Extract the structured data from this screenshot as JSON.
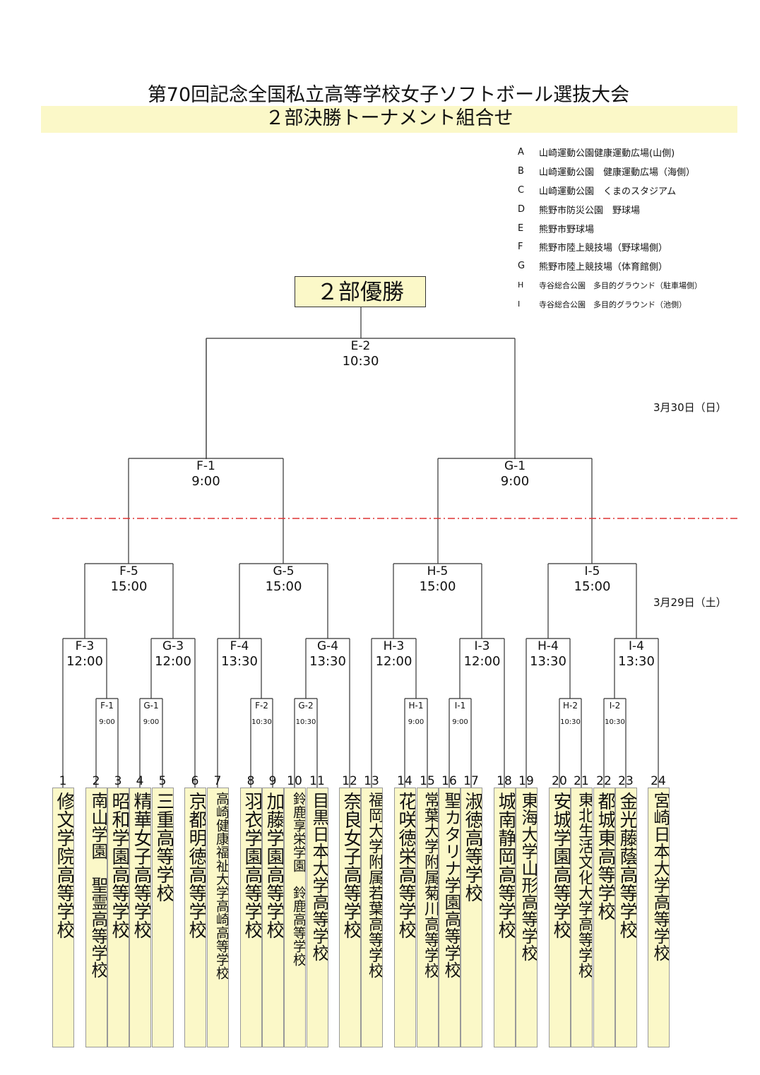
{
  "header": {
    "title": "第70回記念全国私立高等学校女子ソフトボール選抜大会",
    "subtitle": "２部決勝トーナメント組合せ"
  },
  "venues": [
    {
      "code": "A",
      "name": "山崎運動公園健康運動広場(山側)"
    },
    {
      "code": "B",
      "name": "山崎運動公園　健康運動広場（海側）"
    },
    {
      "code": "C",
      "name": "山崎運動公園　くまのスタジアム"
    },
    {
      "code": "D",
      "name": "熊野市防災公園　野球場"
    },
    {
      "code": "E",
      "name": "熊野市野球場"
    },
    {
      "code": "F",
      "name": "熊野市陸上競技場（野球場側）"
    },
    {
      "code": "G",
      "name": "熊野市陸上競技場（体育館側）"
    },
    {
      "code": "H",
      "name": "寺谷総合公園　多目的グラウンド（駐車場側）"
    },
    {
      "code": "I",
      "name": "寺谷総合公園　多目的グラウンド（池側）"
    }
  ],
  "champion_label": "２部優勝",
  "dates": {
    "day2": "3月30日（日）",
    "day1": "3月29日（土）"
  },
  "matches": [
    {
      "code": "E-2",
      "time": "10:30"
    },
    {
      "code": "F-1",
      "time": "9:00"
    },
    {
      "code": "G-1",
      "time": "9:00"
    },
    {
      "code": "F-5",
      "time": "15:00"
    },
    {
      "code": "G-5",
      "time": "15:00"
    },
    {
      "code": "H-5",
      "time": "15:00"
    },
    {
      "code": "I-5",
      "time": "15:00"
    },
    {
      "code": "F-3",
      "time": "12:00"
    },
    {
      "code": "G-3",
      "time": "12:00"
    },
    {
      "code": "F-4",
      "time": "13:30"
    },
    {
      "code": "G-4",
      "time": "13:30"
    },
    {
      "code": "H-3",
      "time": "12:00"
    },
    {
      "code": "I-3",
      "time": "12:00"
    },
    {
      "code": "H-4",
      "time": "13:30"
    },
    {
      "code": "I-4",
      "time": "13:30"
    },
    {
      "code": "F-1",
      "time": "9:00"
    },
    {
      "code": "G-1",
      "time": "9:00"
    },
    {
      "code": "F-2",
      "time": "10:30"
    },
    {
      "code": "G-2",
      "time": "10:30"
    },
    {
      "code": "H-1",
      "time": "9:00"
    },
    {
      "code": "I-1",
      "time": "9:00"
    },
    {
      "code": "H-2",
      "time": "10:30"
    },
    {
      "code": "I-2",
      "time": "10:30"
    }
  ],
  "teams": [
    {
      "num": "1",
      "name": "修文学院高等学校"
    },
    {
      "num": "2",
      "name": "南山学園　聖霊高等学校"
    },
    {
      "num": "3",
      "name": "昭和学園高等学校"
    },
    {
      "num": "4",
      "name": "精華女子高等学校"
    },
    {
      "num": "5",
      "name": "三重高等学校"
    },
    {
      "num": "6",
      "name": "京都明徳高等学校"
    },
    {
      "num": "7",
      "name": "高崎健康福祉大学高崎高等学校"
    },
    {
      "num": "8",
      "name": "羽衣学園高等学校"
    },
    {
      "num": "9",
      "name": "加藤学園高等学校"
    },
    {
      "num": "10",
      "name": "鈴鹿享栄学園　鈴鹿高等学校"
    },
    {
      "num": "11",
      "name": "目黒日本大学高等学校"
    },
    {
      "num": "12",
      "name": "奈良女子高等学校"
    },
    {
      "num": "13",
      "name": "福岡大学附属若葉高等学校"
    },
    {
      "num": "14",
      "name": "花咲徳栄高等学校"
    },
    {
      "num": "15",
      "name": "常葉大学附属菊川高等学校"
    },
    {
      "num": "16",
      "name": "聖カタリナ学園高等学校"
    },
    {
      "num": "17",
      "name": "淑徳高等学校"
    },
    {
      "num": "18",
      "name": "城南静岡高等学校"
    },
    {
      "num": "19",
      "name": "東海大学山形高等学校"
    },
    {
      "num": "20",
      "name": "安城学園高等学校"
    },
    {
      "num": "21",
      "name": "東北生活文化大学高等学校"
    },
    {
      "num": "22",
      "name": "都城東高等学校"
    },
    {
      "num": "23",
      "name": "金光藤蔭高等学校"
    },
    {
      "num": "24",
      "name": "宮崎日本大学高等学校"
    }
  ]
}
